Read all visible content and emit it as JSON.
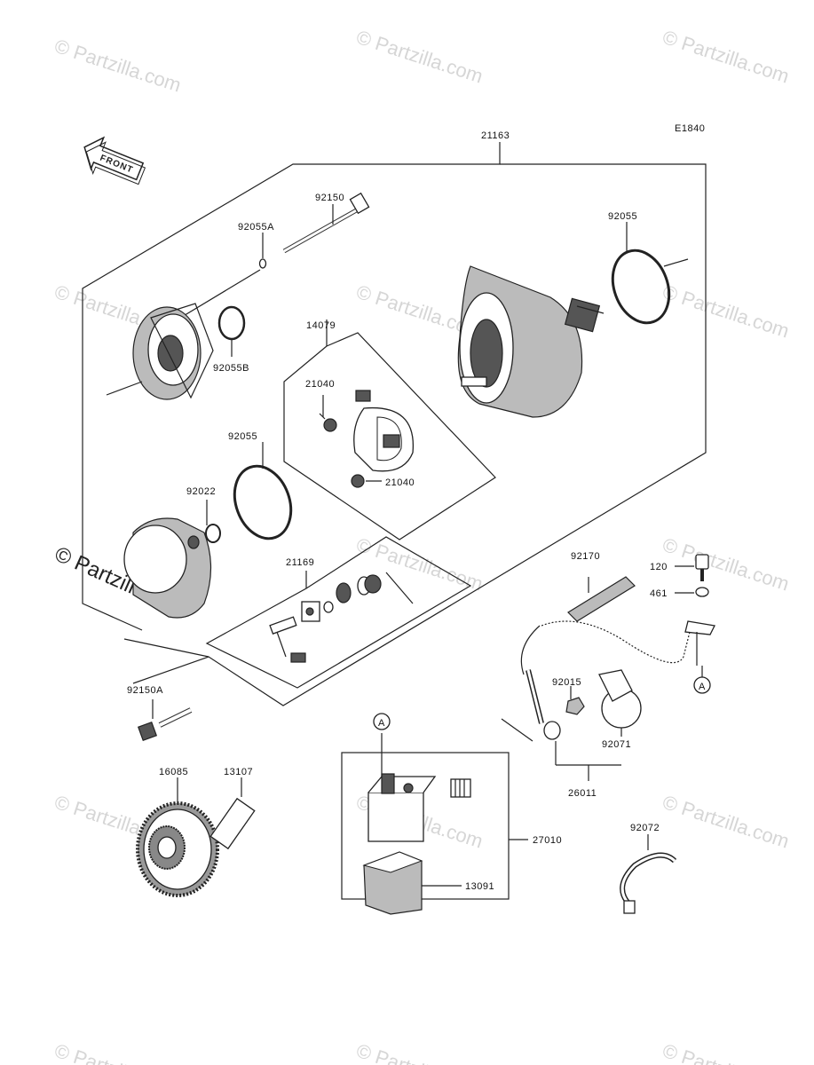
{
  "diagram_code": "E1840",
  "front_label": "FRONT",
  "watermark": "© Partzilla.com",
  "callout_marker": "A",
  "parts": {
    "p21163": "21163",
    "p92150": "92150",
    "p92055A": "92055A",
    "p92055B": "92055B",
    "p92055_right": "92055",
    "p92055_left": "92055",
    "p14079": "14079",
    "p21040_top": "21040",
    "p21040_bottom": "21040",
    "p92022": "92022",
    "p21169": "21169",
    "p92150A": "92150A",
    "p16085": "16085",
    "p13107": "13107",
    "p92170": "92170",
    "p120": "120",
    "p461": "461",
    "p92015": "92015",
    "p92071": "92071",
    "p26011": "26011",
    "p27010": "27010",
    "p13091": "13091",
    "p92072": "92072"
  }
}
